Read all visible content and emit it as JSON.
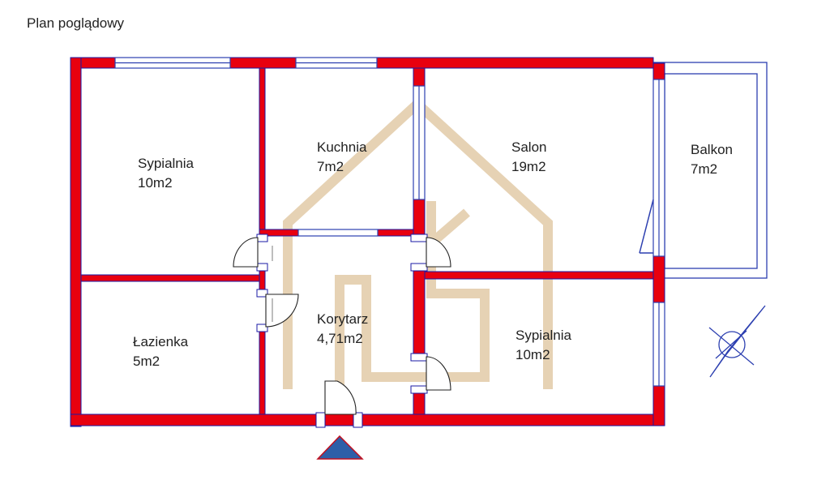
{
  "title": "Plan poglądowy",
  "colors": {
    "wall": "#e8000f",
    "wall_edge": "#1a1aa6",
    "line": "#2c3fb0",
    "logo": "#e6d2b4",
    "entrance": "#2d5fa8"
  },
  "rooms": [
    {
      "id": "sypialnia-1",
      "name": "Sypialnia",
      "area": "10m2"
    },
    {
      "id": "kuchnia",
      "name": "Kuchnia",
      "area": "7m2"
    },
    {
      "id": "salon",
      "name": "Salon",
      "area": "19m2"
    },
    {
      "id": "balkon",
      "name": "Balkon",
      "area": "7m2"
    },
    {
      "id": "lazienka",
      "name": "Łazienka",
      "area": "5m2"
    },
    {
      "id": "korytarz",
      "name": "Korytarz",
      "area": "4,71m2"
    },
    {
      "id": "sypialnia-2",
      "name": "Sypialnia",
      "area": "10m2"
    }
  ],
  "icons": {
    "compass": "compass-icon",
    "entrance": "entrance-arrow-icon",
    "logo": "watermark-logo-icon"
  }
}
